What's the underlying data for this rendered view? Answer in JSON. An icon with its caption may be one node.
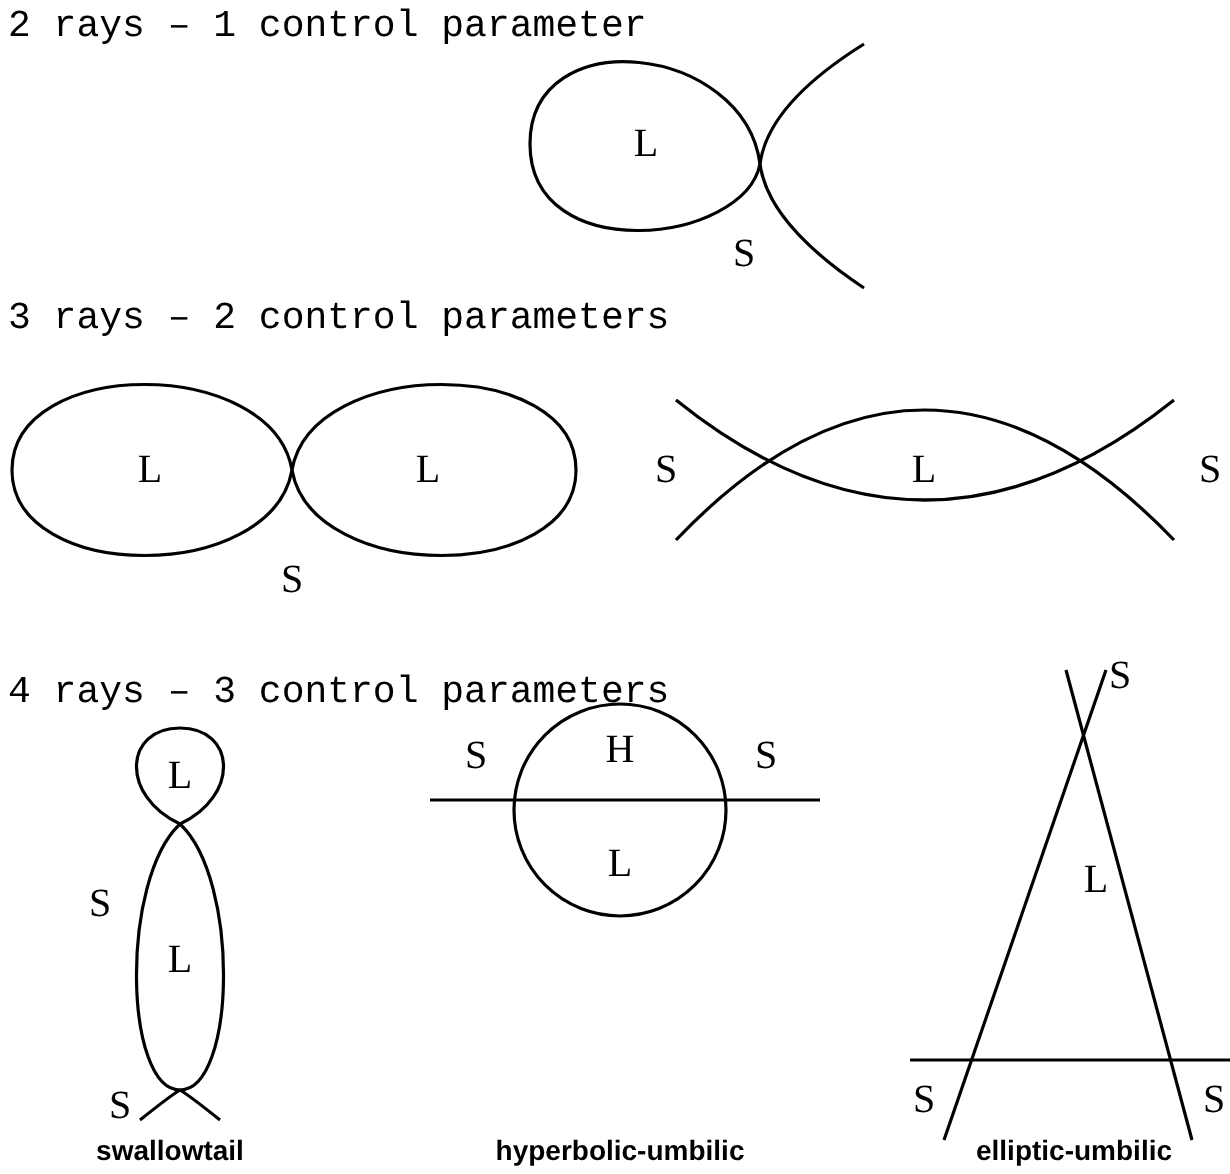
{
  "diagram": {
    "labels": [
      "2 rays – 1 control parameter",
      "L",
      "S",
      "3 rays – 2 control parameters",
      "L",
      "L",
      "S",
      "L",
      "S",
      "S",
      "4 rays – 3 control parameters",
      "S",
      "L",
      "S",
      "H",
      "S",
      "L",
      "S",
      "L",
      "L",
      "S",
      "S",
      "S",
      "swallowtail",
      "hyperbolic-umbilic",
      "elliptic-umbilic"
    ]
  }
}
